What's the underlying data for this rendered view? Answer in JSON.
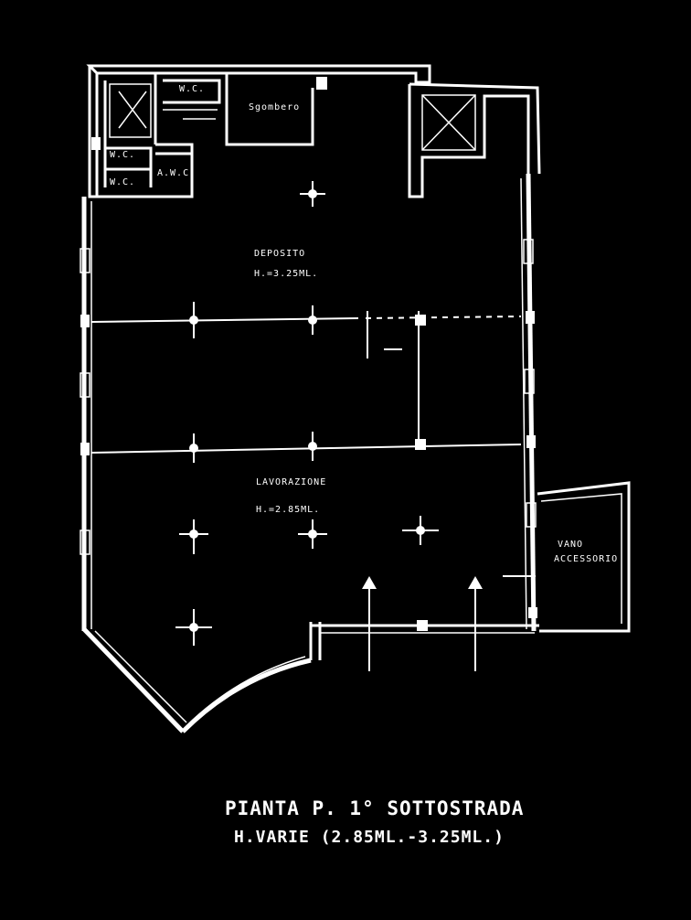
{
  "rooms": {
    "wc1": "W.C.",
    "storage": "Sgombero",
    "wc2": "W.C.",
    "antiwc": "A.W.C.",
    "wc3": "W.C.",
    "deposito": "DEPOSITO",
    "deposito_h": "H.=3.25ML.",
    "lavorazione": "LAVORAZIONE",
    "lavorazione_h": "H.=2.85ML.",
    "vano_line1": "VANO",
    "vano_line2": "ACCESSORIO"
  },
  "title": {
    "main": "PIANTA P. 1° SOTTOSTRADA",
    "sub": "H.VARIE (2.85ML.-3.25ML.)"
  }
}
